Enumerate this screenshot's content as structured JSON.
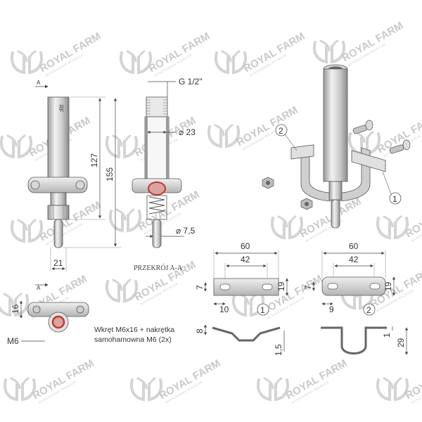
{
  "watermark": {
    "brand": "ROYAL FARM",
    "tagline": "WYPOSAŻENIE ROLNICZE"
  },
  "views": {
    "side": {
      "section_marker_top": "A",
      "section_marker_bottom": "A",
      "engraving": "RF",
      "dim_height_inner": "127",
      "dim_height_total": "155",
      "dim_bottom_width": "21"
    },
    "section": {
      "thread_label": "G 1/2\"",
      "diameter_tube": "⌀ 23",
      "diameter_pin": "⌀ 7,5",
      "caption": "PRZEKRÓJ A-A"
    },
    "bottom": {
      "dim_16": "16",
      "dim_m6": "M6",
      "note_line1": "Wkręt M6x16 + nakrętka",
      "note_line2": "samohamowna M6 (2x)"
    },
    "isometric": {
      "callout_1": "1",
      "callout_2": "2"
    },
    "clamp_part_1": {
      "width_total": "60",
      "hole_spacing": "42",
      "height": "19",
      "slot_height": "7",
      "edge_offset": "10",
      "thickness": "8",
      "bend_depth": "1,5",
      "callout": "1"
    },
    "clamp_part_2": {
      "width_total": "60",
      "hole_spacing": "42",
      "height": "19",
      "slot_height": "7",
      "edge_offset": "9",
      "thickness": "1",
      "bend_height": "29",
      "callout": "2"
    }
  },
  "colors": {
    "metal_light": "#e8e8e8",
    "metal_mid": "#bdbdbd",
    "metal_dark": "#8f8f8f",
    "line": "#444444",
    "spring_red": "#c0392b",
    "watermark": "#c9c9c9"
  }
}
